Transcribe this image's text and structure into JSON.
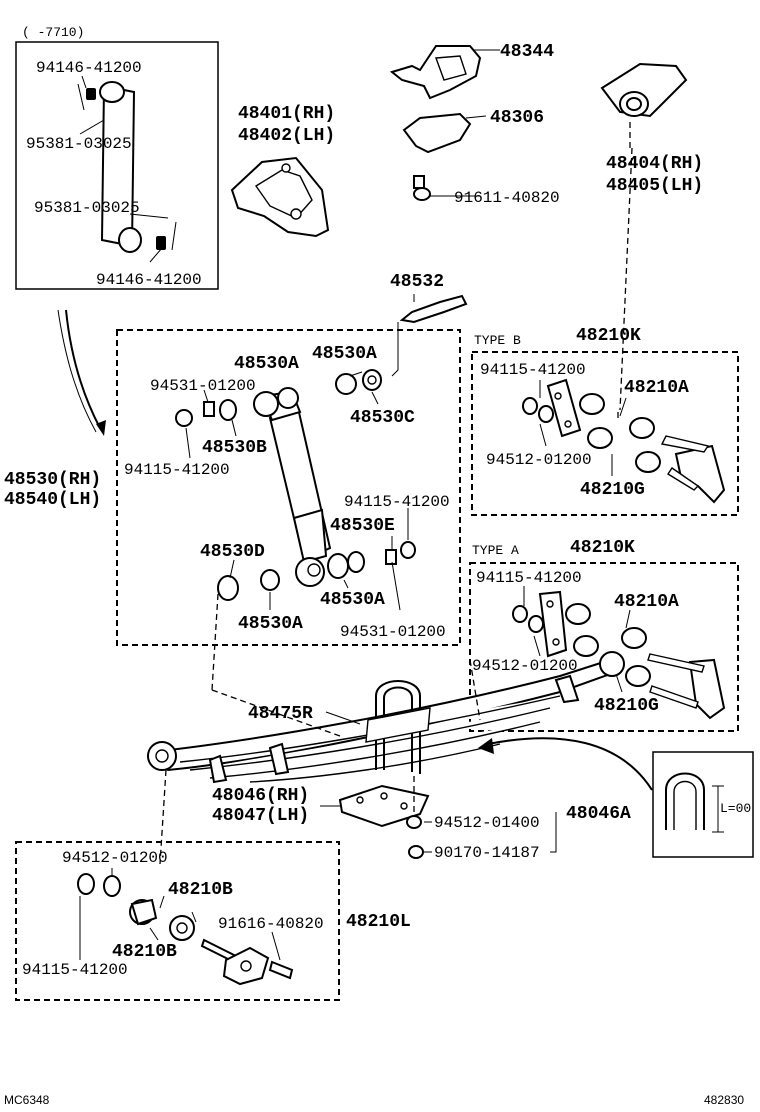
{
  "labels": {
    "range": "(     -7710)",
    "p94146_top": "94146-41200",
    "p95381_top": "95381-03025",
    "p95381_bot": "95381-03025",
    "p94146_bot": "94146-41200",
    "p48344": "48344",
    "p48306": "48306",
    "p48401": "48401(RH)",
    "p48402": "48402(LH)",
    "p91611": "91611-40820",
    "p48404": "48404(RH)",
    "p48405": "48405(LH)",
    "p48532": "48532",
    "p48530A_1": "48530A",
    "p48530A_2": "48530A",
    "p94531_1": "94531-01200",
    "p48530C": "48530C",
    "p48530B": "48530B",
    "p94115_1": "94115-41200",
    "p48530": "48530(RH)",
    "p48540": "48540(LH)",
    "p94115_2": "94115-41200",
    "p48530E": "48530E",
    "p48530D": "48530D",
    "p48530A_3": "48530A",
    "p48530A_4": "48530A",
    "p94531_2": "94531-01200",
    "typeB": "TYPE B",
    "p48210K_B": "48210K",
    "p94115_B": "94115-41200",
    "p48210A_B": "48210A",
    "p94512_B": "94512-01200",
    "p48210G_B": "48210G",
    "typeA": "TYPE A",
    "p48210K_A": "48210K",
    "p94115_A": "94115-41200",
    "p48210A_A": "48210A",
    "p94512_A": "94512-01200",
    "p48210G_A": "48210G",
    "p48475R": "48475R",
    "p48046": "48046(RH)",
    "p48047": "48047(LH)",
    "p94512_01400": "94512-01400",
    "p48046A": "48046A",
    "p90170": "90170-14187",
    "p94512_L": "94512-01200",
    "p48210B_1": "48210B",
    "p91616": "91616-40820",
    "p48210L": "48210L",
    "p48210B_2": "48210B",
    "p94115_L": "94115-41200",
    "ubolt_len": "L=00",
    "code_left": "MC6348",
    "code_right": "482830"
  }
}
